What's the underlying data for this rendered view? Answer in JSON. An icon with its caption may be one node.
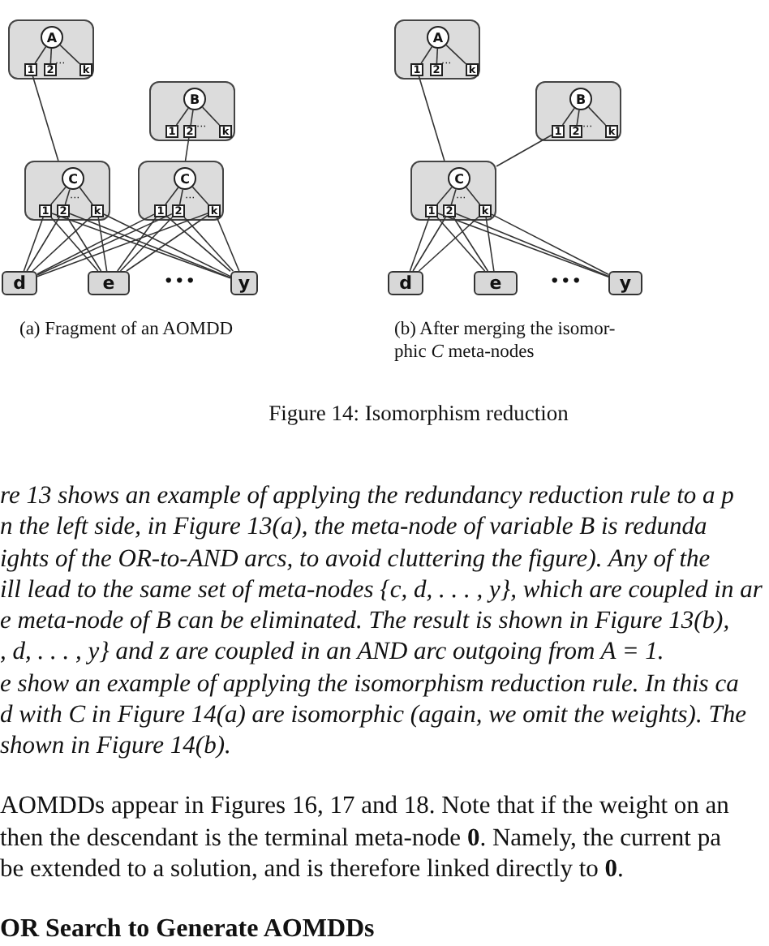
{
  "diagram": {
    "caption": "Figure 14: Isomorphism reduction",
    "nodes": [
      {
        "text": [],
        "shape": "box"
      },
      {
        "text": [
          "A"
        ],
        "in": 0
      },
      {
        "text": [
          "1"
        ],
        "in": 0
      },
      {
        "text": [
          "2"
        ],
        "in": 0
      },
      {
        "text": [
          "k"
        ],
        "in": 0
      },
      {
        "text": [],
        "shape": "box"
      },
      {
        "text": [
          "B"
        ],
        "in": 5
      },
      {
        "text": [
          "1"
        ],
        "in": 5
      },
      {
        "text": [
          "2"
        ],
        "in": 5
      },
      {
        "text": [
          "k"
        ],
        "in": 5
      },
      {
        "text": [],
        "shape": "box"
      },
      {
        "text": [
          "C"
        ],
        "in": 10
      },
      {
        "text": [
          "1"
        ],
        "in": 10
      },
      {
        "text": [
          "2"
        ],
        "in": 10
      },
      {
        "text": [
          "k"
        ],
        "in": 10
      },
      {
        "text": [],
        "shape": "box"
      },
      {
        "text": [
          "C"
        ],
        "in": 15
      },
      {
        "text": [
          "1"
        ],
        "in": 15
      },
      {
        "text": [
          "2"
        ],
        "in": 15
      },
      {
        "text": [
          "k"
        ],
        "in": 15
      },
      {
        "text": [
          "d"
        ]
      },
      {
        "text": [
          "e"
        ]
      },
      {
        "text": [
          "y"
        ]
      },
      {
        "text": [],
        "shape": "box"
      },
      {
        "text": [
          "A"
        ],
        "in": 23
      },
      {
        "text": [
          "1"
        ],
        "in": 23
      },
      {
        "text": [
          "2"
        ],
        "in": 23
      },
      {
        "text": [
          "k"
        ],
        "in": 23
      },
      {
        "text": [],
        "shape": "box"
      },
      {
        "text": [
          "B"
        ],
        "in": 28
      },
      {
        "text": [
          "1"
        ],
        "in": 28
      },
      {
        "text": [
          "2"
        ],
        "in": 28
      },
      {
        "text": [
          "k"
        ],
        "in": 28
      },
      {
        "text": [],
        "shape": "box"
      },
      {
        "text": [
          "C"
        ],
        "in": 33
      },
      {
        "text": [
          "1"
        ],
        "in": 33
      },
      {
        "text": [
          "2"
        ],
        "in": 33
      },
      {
        "text": [
          "k"
        ],
        "in": 33
      },
      {
        "text": [
          "d"
        ]
      },
      {
        "text": [
          "e"
        ]
      },
      {
        "text": [
          "y"
        ]
      }
    ],
    "edges": [
      {
        "from": 1,
        "to": 2,
        "arrow": "none"
      },
      {
        "from": 1,
        "to": 3,
        "arrow": "none"
      },
      {
        "from": 1,
        "to": 4,
        "arrow": "none"
      },
      {
        "from": 6,
        "to": 7,
        "arrow": "none"
      },
      {
        "from": 6,
        "to": 8,
        "arrow": "none"
      },
      {
        "from": 6,
        "to": 9,
        "arrow": "none"
      },
      {
        "from": 11,
        "to": 12,
        "arrow": "none"
      },
      {
        "from": 11,
        "to": 13,
        "arrow": "none"
      },
      {
        "from": 11,
        "to": 14,
        "arrow": "none"
      },
      {
        "from": 16,
        "to": 17,
        "arrow": "none"
      },
      {
        "from": 16,
        "to": 18,
        "arrow": "none"
      },
      {
        "from": 16,
        "to": 19,
        "arrow": "none"
      },
      {
        "from": 2,
        "to": 10,
        "arrow": "none"
      },
      {
        "from": 8,
        "to": 15,
        "arrow": "none"
      },
      {
        "from": 12,
        "to": 20,
        "arrow": "none"
      },
      {
        "from": 12,
        "to": 21,
        "arrow": "none"
      },
      {
        "from": 12,
        "to": 22,
        "arrow": "none"
      },
      {
        "from": 13,
        "to": 20,
        "arrow": "none"
      },
      {
        "from": 13,
        "to": 21,
        "arrow": "none"
      },
      {
        "from": 13,
        "to": 22,
        "arrow": "none"
      },
      {
        "from": 14,
        "to": 20,
        "arrow": "none"
      },
      {
        "from": 14,
        "to": 21,
        "arrow": "none"
      },
      {
        "from": 14,
        "to": 22,
        "arrow": "none"
      },
      {
        "from": 17,
        "to": 20,
        "arrow": "none"
      },
      {
        "from": 17,
        "to": 21,
        "arrow": "none"
      },
      {
        "from": 17,
        "to": 22,
        "arrow": "none"
      },
      {
        "from": 18,
        "to": 20,
        "arrow": "none"
      },
      {
        "from": 18,
        "to": 21,
        "arrow": "none"
      },
      {
        "from": 18,
        "to": 22,
        "arrow": "none"
      },
      {
        "from": 19,
        "to": 20,
        "arrow": "none"
      },
      {
        "from": 19,
        "to": 21,
        "arrow": "none"
      },
      {
        "from": 19,
        "to": 22,
        "arrow": "none"
      },
      {
        "from": 24,
        "to": 25,
        "arrow": "none"
      },
      {
        "from": 24,
        "to": 26,
        "arrow": "none"
      },
      {
        "from": 24,
        "to": 27,
        "arrow": "none"
      },
      {
        "from": 29,
        "to": 30,
        "arrow": "none"
      },
      {
        "from": 29,
        "to": 31,
        "arrow": "none"
      },
      {
        "from": 29,
        "to": 32,
        "arrow": "none"
      },
      {
        "from": 34,
        "to": 35,
        "arrow": "none"
      },
      {
        "from": 34,
        "to": 36,
        "arrow": "none"
      },
      {
        "from": 34,
        "to": 37,
        "arrow": "none"
      },
      {
        "from": 25,
        "to": 33,
        "arrow": "none"
      },
      {
        "from": 30,
        "to": 33,
        "arrow": "none"
      },
      {
        "from": 35,
        "to": 38,
        "arrow": "none"
      },
      {
        "from": 35,
        "to": 39,
        "arrow": "none"
      },
      {
        "from": 35,
        "to": 40,
        "arrow": "none"
      },
      {
        "from": 36,
        "to": 38,
        "arrow": "none"
      },
      {
        "from": 36,
        "to": 39,
        "arrow": "none"
      },
      {
        "from": 36,
        "to": 40,
        "arrow": "none"
      },
      {
        "from": 37,
        "to": 38,
        "arrow": "none"
      },
      {
        "from": 37,
        "to": 39,
        "arrow": "none"
      },
      {
        "from": 37,
        "to": 40,
        "arrow": "none"
      }
    ],
    "labels": [
      "···",
      "···",
      "···",
      "···",
      "···",
      "···",
      "···",
      "•••",
      "•••",
      "(a) Fragment of an AOMDD",
      "(b) After merging the isomor- phic *C* meta-nodes",
      "re 13 shows an example of applying the redundancy reduction rule to a p",
      "n the left side, in Figure 13(a), the meta-node of variable B is redunda",
      "ights of the OR-to-AND arcs, to avoid cluttering the figure). Any of the",
      "ill lead to the same set of meta-nodes {c, d, . . . , y}, which are coupled in ar",
      "e meta-node of B can be eliminated. The result is shown in Figure 13(b),",
      ", d, . . . , y} and z are coupled in an AND arc outgoing from A = 1.",
      "e show an example of applying the isomorphism reduction rule. In this ca",
      "d with C in Figure 14(a) are isomorphic (again, we omit the weights). The",
      "shown in Figure 14(b).",
      "AOMDDs appear in Figures 16, 17 and 18. Note that if the weight on an",
      "then the descendant is the terminal meta-node **0**. Namely, the current pa",
      "be extended to a solution, and is therefore linked directly to **0**.",
      "OR Search to Generate AOMDDs"
    ]
  }
}
